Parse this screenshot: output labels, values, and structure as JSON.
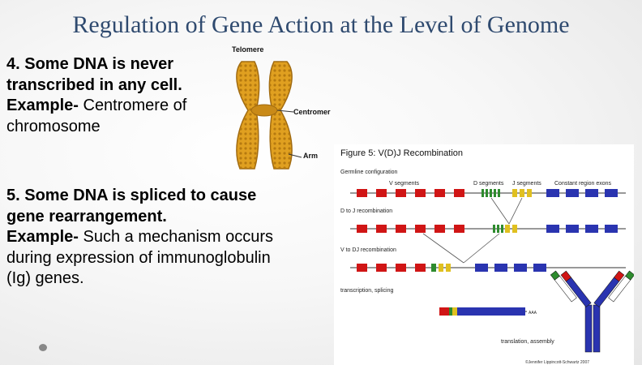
{
  "slide": {
    "title": "Regulation of Gene Action at the Level of Genome"
  },
  "point4": {
    "heading": "4. Some DNA is never transcribed in any cell.",
    "example_label": "Example-",
    "example_text": " Centromere of chromosome"
  },
  "point5": {
    "heading": "5. Some DNA is spliced to cause gene rearrangement.",
    "example_label": "Example-",
    "example_text": " Such a mechanism occurs during expression of immunoglobulin (Ig) genes."
  },
  "chromosome_figure": {
    "label_telomere": "Telomere",
    "label_centromere": "Centromer",
    "label_arm": "Arm"
  },
  "vdj_figure": {
    "title": "Figure 5: V(D)J Recombination",
    "germline": "Germline configuration",
    "v_segments": "V segments",
    "d_segments": "D segments",
    "j_segments": "J segments",
    "constant": "Constant region exons",
    "d_to_j": "D to J recombination",
    "v_to_dj": "V to DJ recombination",
    "transcription": "transcription, splicing",
    "polyA": "AAA",
    "translation": "translation, assembly",
    "credit": "©Jennifer Lippincott-Schwartz 2007"
  },
  "colors": {
    "title": "#2f4a6f",
    "v_segment": "#d01515",
    "d_segment": "#2e8b2e",
    "j_segment": "#e0c020",
    "constant": "#2a34b0",
    "chromosome": "#e0a020"
  }
}
